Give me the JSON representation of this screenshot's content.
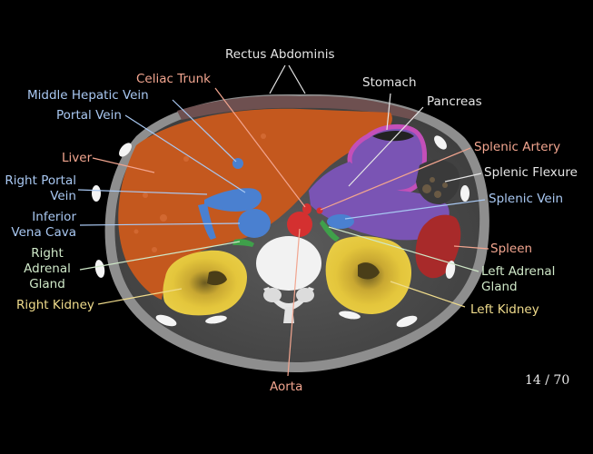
{
  "colors": {
    "background": "#000000",
    "label_blue": "#a9c8f2",
    "label_pink": "#f2a58f",
    "label_white": "#e6e6e6",
    "label_yellow": "#f0dc8c",
    "label_green": "#cfe8c8",
    "liver": "#c4581e",
    "kidney": "#e2c43a",
    "pancreas": "#7a54b4",
    "stomach_outline": "#c34fb8",
    "spleen": "#a82a2a",
    "aorta": "#d43030",
    "veins": "#4a80d0",
    "adrenal": "#3fa04a",
    "rectus": "#6e5050"
  },
  "labels": {
    "rectus_abdominis": "Rectus Abdominis",
    "celiac_trunk": "Celiac Trunk",
    "stomach": "Stomach",
    "middle_hepatic_vein": "Middle Hepatic Vein",
    "pancreas": "Pancreas",
    "portal_vein": "Portal Vein",
    "splenic_artery": "Splenic Artery",
    "liver": "Liver",
    "splenic_flexure": "Splenic Flexure",
    "right_portal_vein_line1": "Right Portal",
    "right_portal_vein_line2": "Vein",
    "splenic_vein": "Splenic Vein",
    "ivc_line1": "Inferior",
    "ivc_line2": "Vena Cava",
    "spleen": "Spleen",
    "right_adrenal_line1": "Right",
    "right_adrenal_line2": "Adrenal",
    "right_adrenal_line3": "Gland",
    "left_adrenal_line1": "Left Adrenal",
    "left_adrenal_line2": "Gland",
    "right_kidney": "Right Kidney",
    "left_kidney": "Left Kidney",
    "aorta": "Aorta"
  },
  "slice_indicator": "14 / 70"
}
